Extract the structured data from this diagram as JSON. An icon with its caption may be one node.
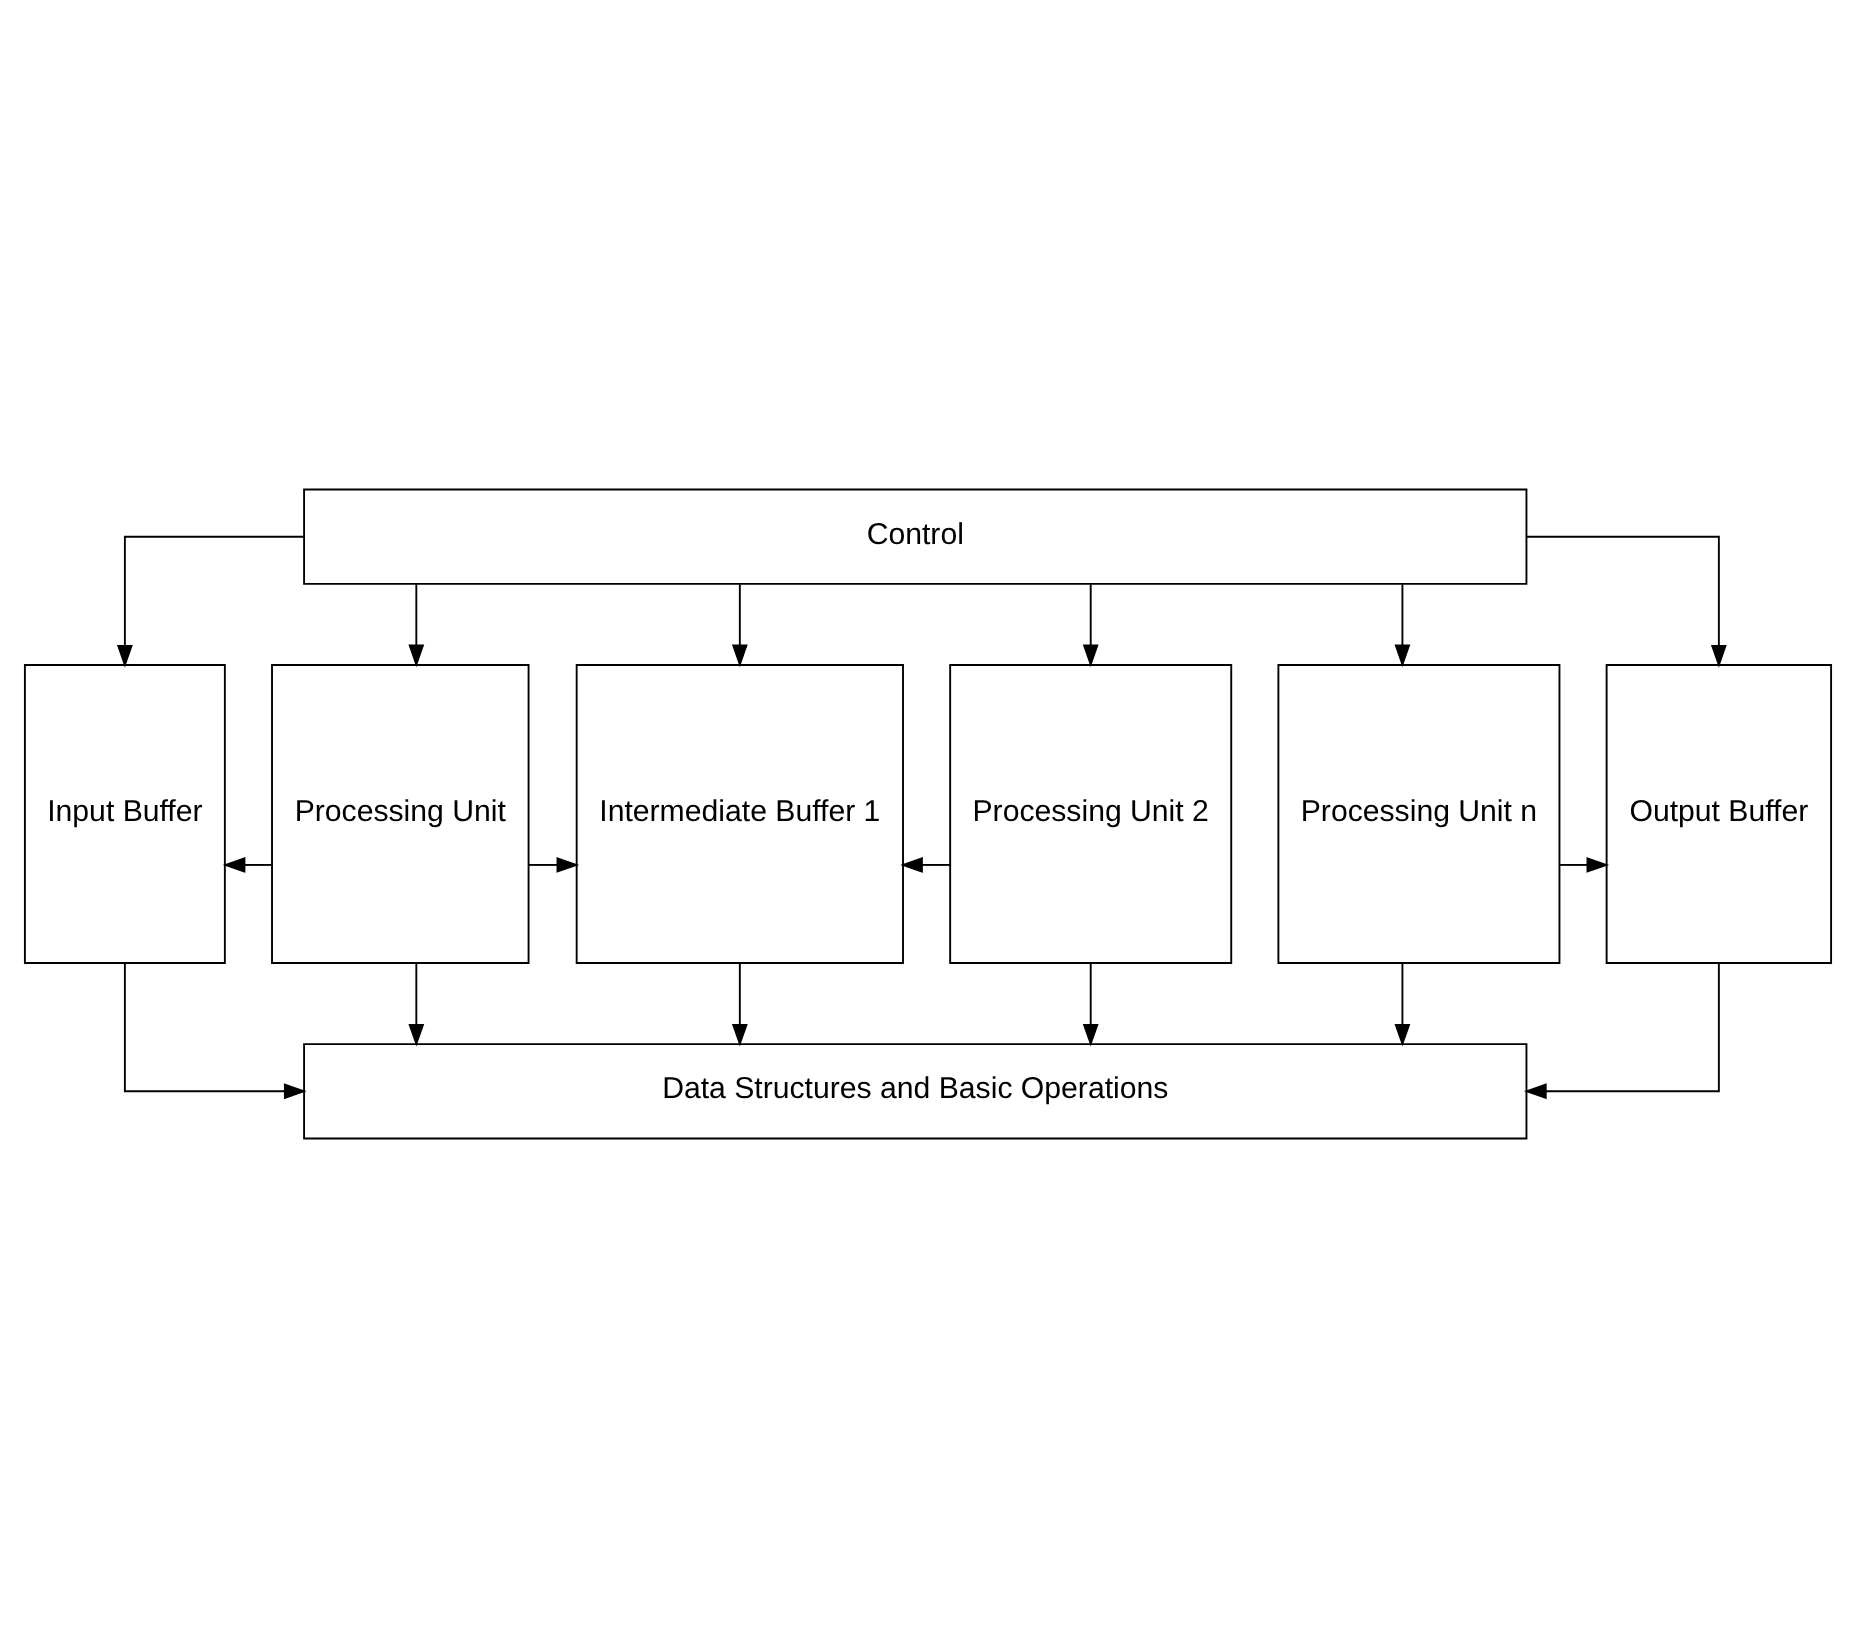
{
  "diagram": {
    "nodes": [
      {
        "text": [
          "Control"
        ]
      },
      {
        "text": [
          "Input Buffer"
        ]
      },
      {
        "text": [
          "Processing Unit"
        ]
      },
      {
        "text": [
          "Intermediate Buffer 1"
        ]
      },
      {
        "text": [
          "Processing Unit 2"
        ]
      },
      {
        "text": [
          "Processing Unit n"
        ]
      },
      {
        "text": [
          "Output Buffer"
        ]
      },
      {
        "text": [
          "Data Structures and Basic Operations"
        ]
      }
    ],
    "edges": [
      {
        "from": 0,
        "to": 1,
        "arrow": "to"
      },
      {
        "from": 0,
        "to": 2,
        "arrow": "to"
      },
      {
        "from": 0,
        "to": 3,
        "arrow": "to"
      },
      {
        "from": 0,
        "to": 4,
        "arrow": "to"
      },
      {
        "from": 0,
        "to": 5,
        "arrow": "to"
      },
      {
        "from": 0,
        "to": 6,
        "arrow": "to"
      },
      {
        "from": 2,
        "to": 1,
        "arrow": "to"
      },
      {
        "from": 2,
        "to": 3,
        "arrow": "to"
      },
      {
        "from": 4,
        "to": 3,
        "arrow": "to"
      },
      {
        "from": 5,
        "to": 6,
        "arrow": "to"
      },
      {
        "from": 1,
        "to": 7,
        "arrow": "to"
      },
      {
        "from": 2,
        "to": 7,
        "arrow": "to"
      },
      {
        "from": 3,
        "to": 7,
        "arrow": "to"
      },
      {
        "from": 4,
        "to": 7,
        "arrow": "to"
      },
      {
        "from": 5,
        "to": 7,
        "arrow": "to"
      },
      {
        "from": 6,
        "to": 7,
        "arrow": "to"
      }
    ]
  }
}
